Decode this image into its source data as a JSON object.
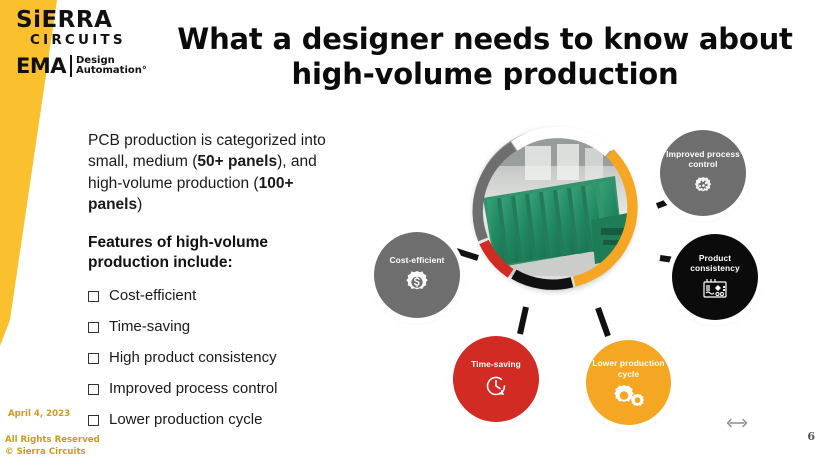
{
  "slide": {
    "page_number": "6",
    "title_line1": "What a designer needs to know about",
    "title_line2": "high-volume production",
    "background_color": "#ffffff",
    "accent_color": "#FBC02D"
  },
  "branding": {
    "sierra_word": "SiERRA",
    "sierra_sub": "CIRCUITS",
    "ema_word": "EMA",
    "ema_sub_line1": "Design",
    "ema_sub_line2": "Automation°"
  },
  "body": {
    "paragraph_part1": "PCB production is categorized  into small, medium (",
    "paragraph_bold1": "50+ panels",
    "paragraph_part2": "), and high-volume production (",
    "paragraph_bold2": "100+ panels",
    "paragraph_part3": ")",
    "sub_heading": "Features of high-volume production include:",
    "bullets": [
      {
        "label": "Cost-efficient"
      },
      {
        "label": "Time-saving"
      },
      {
        "label": "High product consistency"
      },
      {
        "label": "Improved process control"
      },
      {
        "label": "Lower production cycle"
      }
    ]
  },
  "diagram": {
    "hub_image_alt": "PCB panels on assembly line",
    "ring_segments": [
      {
        "name": "gray",
        "color": "#6e6e6e"
      },
      {
        "name": "red",
        "color": "#D12B24"
      },
      {
        "name": "black",
        "color": "#111111"
      },
      {
        "name": "amber",
        "color": "#F5A623"
      }
    ],
    "nodes": [
      {
        "id": "improved-process-control",
        "label": "Improved process control",
        "color": "#6e6e6e",
        "icon": "gear-dots-icon"
      },
      {
        "id": "product-consistency",
        "label": "Product consistency",
        "color": "#0b0b0b",
        "icon": "circuit-board-icon"
      },
      {
        "id": "lower-production-cycle",
        "label": "Lower production cycle",
        "color": "#F5A623",
        "icon": "double-gear-icon"
      },
      {
        "id": "time-saving",
        "label": "Time-saving",
        "color": "#D12B24",
        "icon": "stopwatch-icon"
      },
      {
        "id": "cost-efficient",
        "label": "Cost-efficient",
        "color": "#6e6e6e",
        "icon": "gear-dollar-icon"
      }
    ]
  },
  "footer": {
    "date": "April 4, 2023",
    "rights_line1": "All Rights Reserved",
    "rights_line2": "© Sierra Circuits"
  }
}
